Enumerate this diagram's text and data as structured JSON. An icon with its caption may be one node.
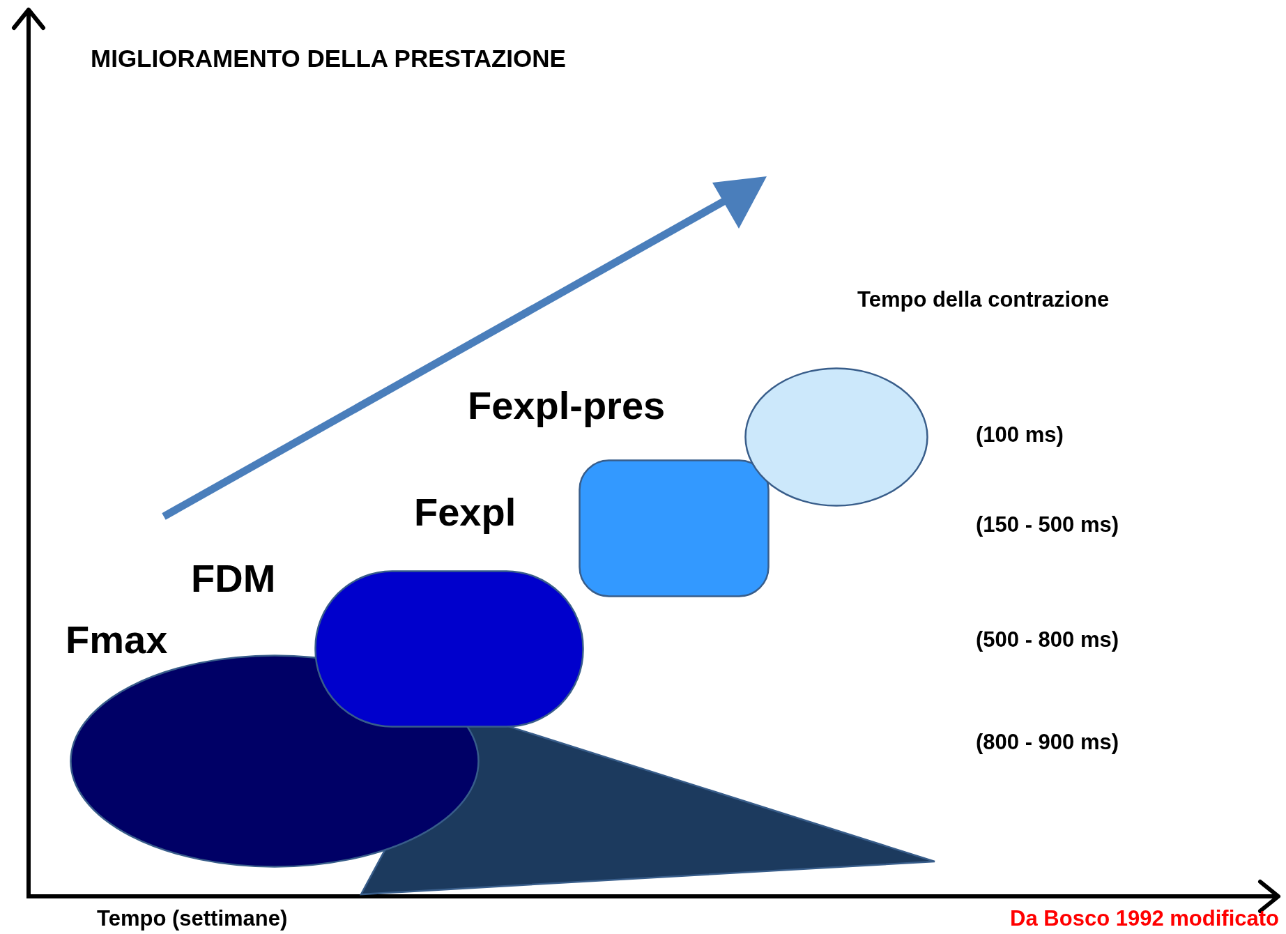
{
  "diagram": {
    "title": "MIGLIORAMENTO DELLA PRESTAZIONE",
    "nodes": [
      {
        "text": [
          "Fmax"
        ]
      },
      {
        "text": [],
        "shape": "triangle"
      },
      {
        "text": [
          "FDM"
        ]
      },
      {
        "text": [
          "Fexpl"
        ]
      },
      {
        "text": [
          "Fexpl-pres"
        ]
      }
    ],
    "labels": [
      "Tempo della contrazione",
      "(100 ms)",
      "(150 - 500 ms)",
      "(500 - 800 ms)",
      "(800 - 900 ms)",
      "Tempo (settimane)",
      "Da Bosco 1992 modificato"
    ]
  }
}
